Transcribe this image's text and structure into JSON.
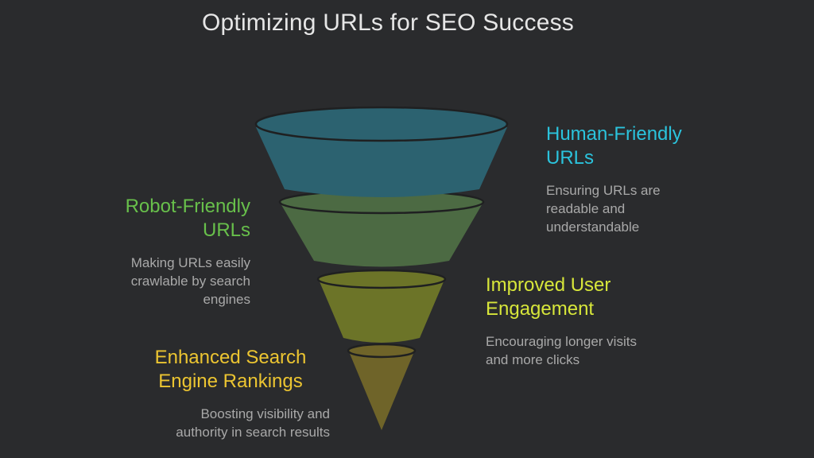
{
  "title": "Optimizing URLs for SEO Success",
  "colors": {
    "background": "#2a2b2d",
    "title": "#e6e6e6",
    "description": "#a9a9a9",
    "stage1": "#2c6270",
    "stage2": "#4c6a43",
    "stage3": "#6c7428",
    "stage4": "#6f6429",
    "head_human": "#2bc3dc",
    "head_robot": "#68c04b",
    "head_engagement": "#d7e63a",
    "head_rankings": "#ecc531"
  },
  "stages": [
    {
      "heading_line1": "Human-Friendly",
      "heading_line2": "URLs",
      "desc_line1": "Ensuring URLs are",
      "desc_line2": "readable and",
      "desc_line3": "understandable"
    },
    {
      "heading_line1": "Robot-Friendly",
      "heading_line2": "URLs",
      "desc_line1": "Making URLs easily",
      "desc_line2": "crawlable by search",
      "desc_line3": "engines"
    },
    {
      "heading_line1": "Improved User",
      "heading_line2": "Engagement",
      "desc_line1": "Encouraging longer visits",
      "desc_line2": "and more clicks"
    },
    {
      "heading_line1": "Enhanced Search",
      "heading_line2": "Engine Rankings",
      "desc_line1": "Boosting visibility and",
      "desc_line2": "authority in search results"
    }
  ]
}
